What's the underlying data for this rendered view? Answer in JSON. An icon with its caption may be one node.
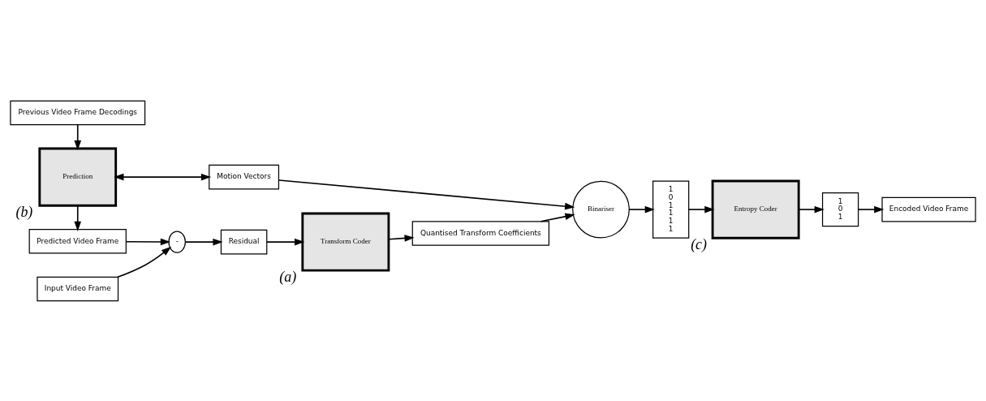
{
  "diagram": {
    "nodes": [
      {
        "text": [
          "Previous Video Frame Decodings"
        ]
      },
      {
        "text": [
          "Prediction"
        ],
        "beside": [
          "(b)"
        ]
      },
      {
        "text": [
          "Motion Vectors"
        ]
      },
      {
        "text": [
          "Binariser"
        ]
      },
      {
        "text": [
          "1 0 1 1 1 1"
        ]
      },
      {
        "text": [
          "Entropy Coder"
        ],
        "beside": [
          "(c)"
        ]
      },
      {
        "text": [
          "1 0 1"
        ]
      },
      {
        "text": [
          "Encoded Video Frame"
        ]
      },
      {
        "text": [
          "Predicted Video Frame"
        ]
      },
      {
        "text": [
          "Input Video Frame"
        ]
      },
      {
        "text": [
          "-"
        ]
      },
      {
        "text": [
          "Residual"
        ]
      },
      {
        "text": [
          "Transform Coder"
        ],
        "beside": [
          "(a)"
        ]
      },
      {
        "text": [
          "Quantised Transform Coefficients"
        ]
      }
    ],
    "edges": [
      {
        "from": 0,
        "to": 1,
        "arrow": "to"
      },
      {
        "from": 1,
        "to": 2,
        "arrow": "both"
      },
      {
        "from": 2,
        "to": 3,
        "arrow": "to"
      },
      {
        "from": 3,
        "to": 4,
        "arrow": "to"
      },
      {
        "from": 4,
        "to": 5,
        "arrow": "to"
      },
      {
        "from": 5,
        "to": 6,
        "arrow": "to"
      },
      {
        "from": 6,
        "to": 7,
        "arrow": "to"
      },
      {
        "from": 1,
        "to": 8,
        "arrow": "to"
      },
      {
        "from": 8,
        "to": 10,
        "arrow": "to"
      },
      {
        "from": 9,
        "to": 10,
        "arrow": "to"
      },
      {
        "from": 10,
        "to": 11,
        "arrow": "to"
      },
      {
        "from": 11,
        "to": 12,
        "arrow": "to"
      },
      {
        "from": 12,
        "to": 13,
        "arrow": "to"
      },
      {
        "from": 13,
        "to": 3,
        "arrow": "to"
      }
    ]
  }
}
